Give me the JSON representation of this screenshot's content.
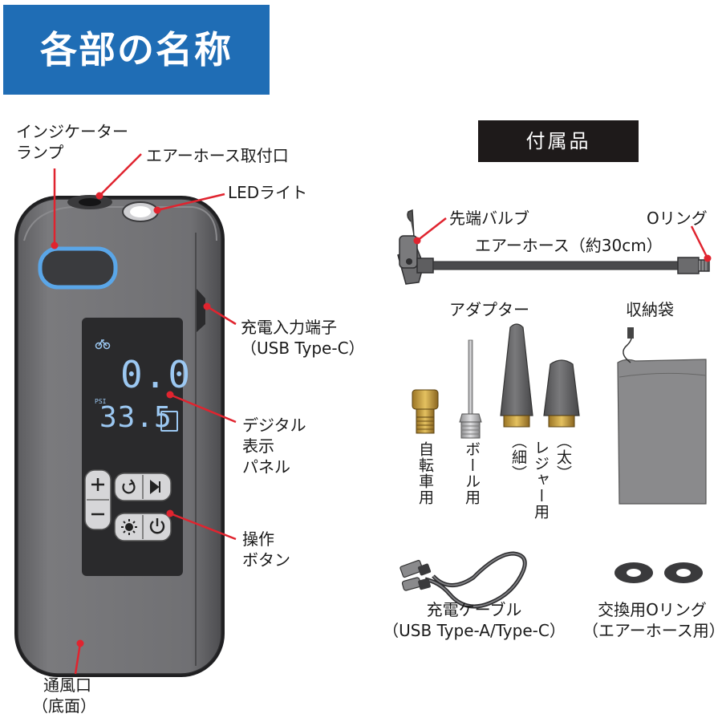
{
  "title": "各部の名称",
  "accessories_header": "付属品",
  "device_labels": {
    "indicator_lamp": [
      "インジケーター",
      "ランプ"
    ],
    "hose_port": "エアーホース取付口",
    "led_light": "LEDライト",
    "charge_port": [
      "充電入力端子",
      "（USB Type-C）"
    ],
    "display_panel": [
      "デジタル",
      "表示",
      "パネル"
    ],
    "buttons": [
      "操作",
      "ボタン"
    ],
    "vent": [
      "通風口",
      "（底面）"
    ]
  },
  "screen": {
    "main_value": "0.0",
    "unit": "PSI",
    "sub_value": "33.5"
  },
  "accessory_labels": {
    "tip_valve": "先端バルブ",
    "o_ring": "Oリング",
    "air_hose": "エアーホース（約30cm）",
    "adapter": "アダプター",
    "bag": "収納袋",
    "bicycle": "自転車用",
    "ball": "ボール用",
    "thin": "（細）",
    "thick": "（太）",
    "leisure": "レジャー用",
    "cable": [
      "充電ケーブル",
      "（USB Type-A/Type-C）"
    ],
    "spare_rings": [
      "交換用Oリング",
      "（エアーホース用）"
    ]
  },
  "colors": {
    "title_bg": "#1f6db5",
    "accent_red": "#e0242f",
    "device_gray": "#6e6e70",
    "lamp_blue": "#5aa6e8",
    "screen_digits": "#9cc8f2"
  }
}
